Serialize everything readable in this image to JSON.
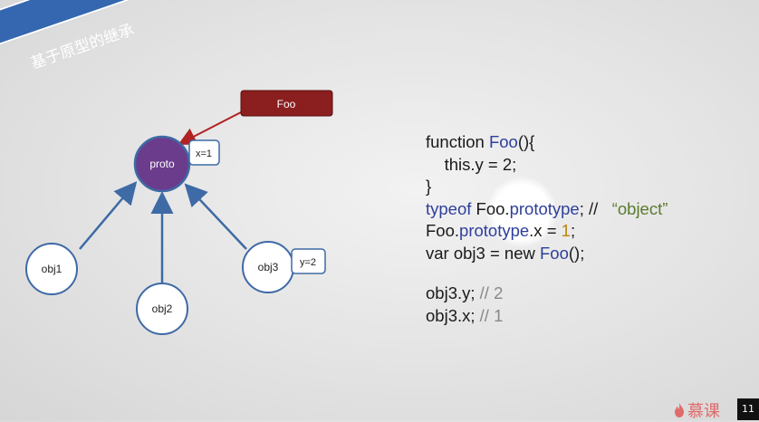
{
  "slide": {
    "banner_title": "基于原型的继承",
    "diagram": {
      "foo_label": "Foo",
      "proto_label": "proto",
      "proto_tag": "x=1",
      "obj1_label": "obj1",
      "obj2_label": "obj2",
      "obj3_label": "obj3",
      "obj3_tag": "y=2",
      "colors": {
        "foo_box": "#8b1e1e",
        "proto_circle": "#6b3c8c",
        "arrow": "#3e6aa5",
        "foo_arrow": "#b22222"
      }
    },
    "code": {
      "l1_a": "function ",
      "l1_b": "Foo",
      "l1_c": "(){",
      "l2": "this.y = 2;",
      "l3": "}",
      "l4_a": "typeof",
      "l4_b": " Foo.",
      "l4_c": "prototype",
      "l4_d": "; //",
      "l4_e": "“object”",
      "l5_a": "Foo.",
      "l5_b": "prototype",
      "l5_c": ".x = ",
      "l5_d": "1",
      "l5_e": ";",
      "l6_a": "var obj3 = new ",
      "l6_b": "Foo",
      "l6_c": "();",
      "l7_a": "obj3.y; ",
      "l7_b": "// 2",
      "l8_a": "obj3.x; ",
      "l8_b": "// 1"
    },
    "watermark": {
      "text": "慕课",
      "badge": "11"
    }
  }
}
